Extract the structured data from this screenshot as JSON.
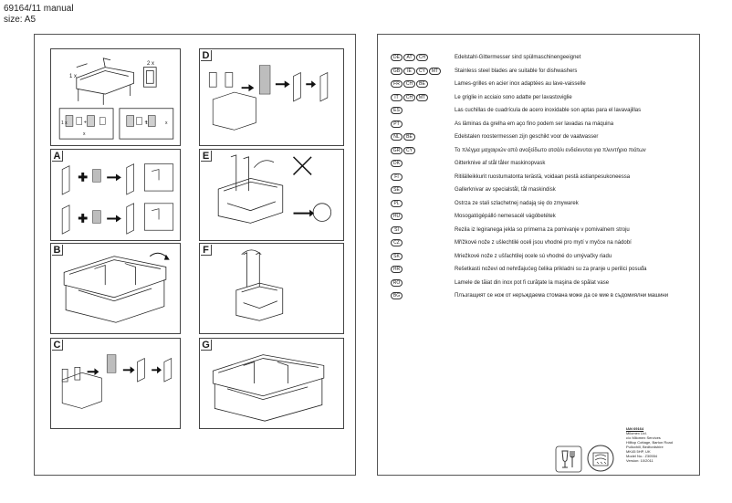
{
  "header": {
    "manual_title": "69164/11 manual",
    "size_label": "size: A5"
  },
  "panels": [
    {
      "letter": "",
      "name": "intro"
    },
    {
      "letter": "A",
      "name": "a"
    },
    {
      "letter": "B",
      "name": "b"
    },
    {
      "letter": "C",
      "name": "c"
    },
    {
      "letter": "D",
      "name": "d"
    },
    {
      "letter": "E",
      "name": "e"
    },
    {
      "letter": "F",
      "name": "f"
    },
    {
      "letter": "G",
      "name": "g"
    }
  ],
  "intro_panel": {
    "qty_frame": "1 x",
    "qty_blades": "2 x",
    "combo_left_a": "1 x",
    "combo_left_b": "x",
    "combo_right_a": "1",
    "combo_right_b": "x"
  },
  "languages": [
    {
      "codes": [
        "DE",
        "AT",
        "CH"
      ],
      "text": "Edelstahl-Gittermesser sind spülmaschinengeeignet"
    },
    {
      "codes": [
        "GB",
        "IE",
        "CY",
        "MT"
      ],
      "text": "Stainless steel blades are suitable for dishwashers"
    },
    {
      "codes": [
        "FR",
        "CH",
        "BE"
      ],
      "text": "Lames-grilles en acier inox adaptées au lave-vaisselle"
    },
    {
      "codes": [
        "IT",
        "CH",
        "MT"
      ],
      "text": "Le griglie in acciaio sono adatte per lavastoviglie"
    },
    {
      "codes": [
        "ES"
      ],
      "text": "Las cuchillas de cuadrícula de acero inoxidable son aptas para el lavavajillas"
    },
    {
      "codes": [
        "PT"
      ],
      "text": "As lâminas da grelha em aço fino podem ser lavadas na máquina"
    },
    {
      "codes": [
        "NL",
        "BE"
      ],
      "text": "Edelstalen roostermessen zijn geschikt voor de vaatwasser"
    },
    {
      "codes": [
        "GR",
        "CY"
      ],
      "text": "Το πλέγμα μαχαιριών από ανοξείδωτο ατσάλι ενδείκνυται για πλυντήριο πιάτων"
    },
    {
      "codes": [
        "DK"
      ],
      "text": "Gitterknive af stål tåler maskinopvask"
    },
    {
      "codes": [
        "FI"
      ],
      "text": "Ritilälleikkurit ruostumatonta terästä, voidaan pestä astianpesukoneessa"
    },
    {
      "codes": [
        "SE"
      ],
      "text": "Gallerknivar av specialstål, tål maskindisk"
    },
    {
      "codes": [
        "PL"
      ],
      "text": "Ostrza ze stali szlachetnej nadają się do zmywarek"
    },
    {
      "codes": [
        "HU"
      ],
      "text": "Mosogatógépálló nemesacél vágóbetétek"
    },
    {
      "codes": [
        "SI"
      ],
      "text": "Rezila iz legiranega jekla so primerna za pomivanje v pomivalnem stroju"
    },
    {
      "codes": [
        "CZ"
      ],
      "text": "Mřížkové nože z ušlechtilé oceli jsou vhodné pro mytí v myčce na nádobí"
    },
    {
      "codes": [
        "SK"
      ],
      "text": "Mriežkové nože z ušľachtilej ocele sú vhodné do umývačky riadu"
    },
    {
      "codes": [
        "HR"
      ],
      "text": "Rešetkasti noževi od nehrđajućeg čelika prikladni su za pranje u perilici posuđa"
    },
    {
      "codes": [
        "RO"
      ],
      "text": "Lamele de tăiat din inox pot fi curăţate la maşina de spălat vase"
    },
    {
      "codes": [
        "BG"
      ],
      "text": "Плъзгащият се нож от неръждаема стомана може да се мие в съдомиялни машини"
    }
  ],
  "address": {
    "ian": "IAN 69164",
    "lines": [
      "Milomex Ltd.",
      "c/o Milomex Services",
      "Hilltop Cottage, Barton Road",
      "Pulloxhill, Bedfordshire",
      "MK45 5HP, UK",
      "Model No.: Z30554",
      "Version: 10/2011"
    ]
  },
  "icons": {
    "food_safe": "glass-fork-food-safe-icon",
    "dishwasher": "dishwasher-safe-icon"
  }
}
